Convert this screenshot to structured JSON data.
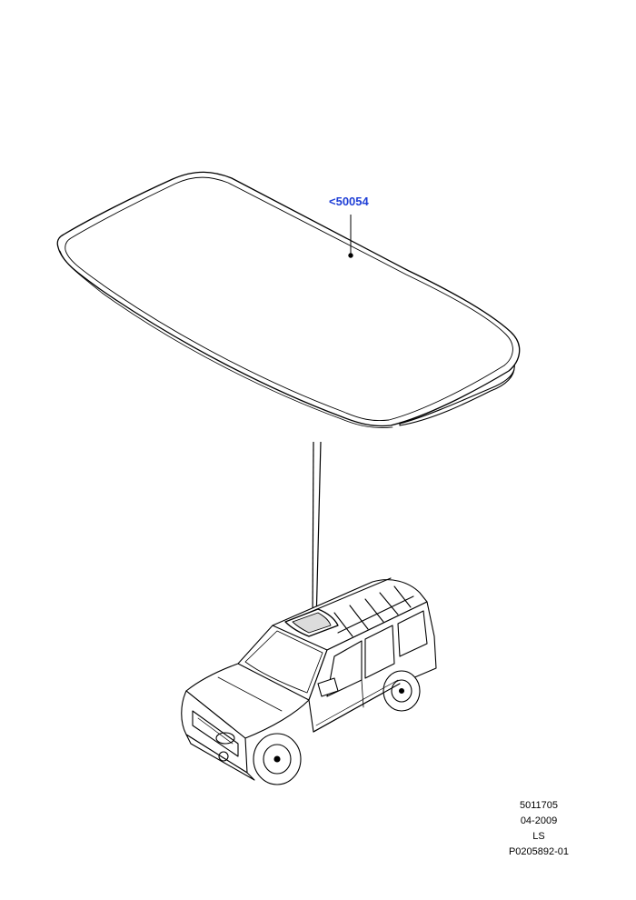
{
  "callout": {
    "part_ref": "<50054",
    "color": "#1f3fd6"
  },
  "reference": {
    "line1": "5011705",
    "line2": "04-2009",
    "line3": "LS",
    "line4": "P0205892-01"
  },
  "icons": {
    "panel": "sunroof-glass-panel-illustration",
    "vehicle": "suv-vehicle-illustration"
  }
}
